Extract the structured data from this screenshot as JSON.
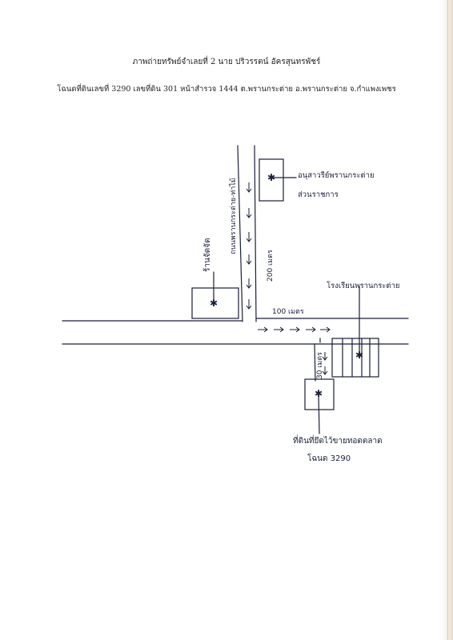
{
  "document": {
    "title": "ภาพถ่ายทรัพย์จำเลยที่ 2 นาย ปริวรรตน์ อัครสุนทรพัชร์",
    "subtitle": "โฉนดที่ดินเลขที่ 3290 เลขที่ดิน 301 หน้าสำรวจ 1444 ต.พรานกระต่าย อ.พรานกระต่าย จ.กำแพงเพชร"
  },
  "map_labels": {
    "landmark_left": "ร้านจัดจัด",
    "road_vertical": "ถนนพรานกระต่าย-ท่าไม้",
    "landmark_top": "อนุสาวรีย์พรานกระต่าย",
    "landmark_top_line2": "ส่วนราชการ",
    "distance_200": "200 เมตร",
    "distance_100": "100 เมตร",
    "landmark_right": "โรงเรียนพรานกระต่าย",
    "distance_30": "30 เมตร",
    "target_label": "ที่ดินที่ยึดไว้ขายทอดตลาด",
    "target_deed": "โฉนด 3290"
  },
  "colors": {
    "ink_print": "#222222",
    "ink_pen": "#1a1f3a",
    "page_edge": "#e6dccd"
  }
}
